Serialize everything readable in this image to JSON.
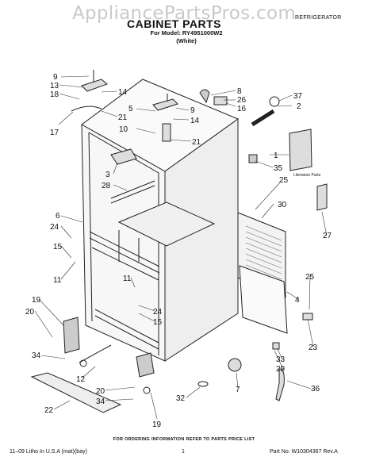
{
  "watermark": "AppliancePartsPros.com",
  "header": {
    "title": "CABINET PARTS",
    "appliance": "REFRIGERATOR",
    "model_line": "For Model: RY4951000W2",
    "color_line": "(White)"
  },
  "literature_label": "Literature Parts",
  "callouts": [
    "9",
    "13",
    "18",
    "17",
    "14",
    "5",
    "9",
    "10",
    "14",
    "21",
    "21",
    "8",
    "26",
    "16",
    "37",
    "2",
    "1",
    "35",
    "3",
    "28",
    "25",
    "30",
    "27",
    "6",
    "24",
    "15",
    "11",
    "11",
    "24",
    "15",
    "19",
    "20",
    "34",
    "12",
    "20",
    "34",
    "19",
    "22",
    "25",
    "4",
    "23",
    "33",
    "29",
    "7",
    "32",
    "36"
  ],
  "footer": {
    "ordering_note": "FOR ORDERING INFORMATION REFER TO PARTS PRICE LIST",
    "litho": "11–09 Litho In U.S.A (mat)(bay)",
    "page": "1",
    "part_no": "Part No. W10304367 Rev.A"
  }
}
